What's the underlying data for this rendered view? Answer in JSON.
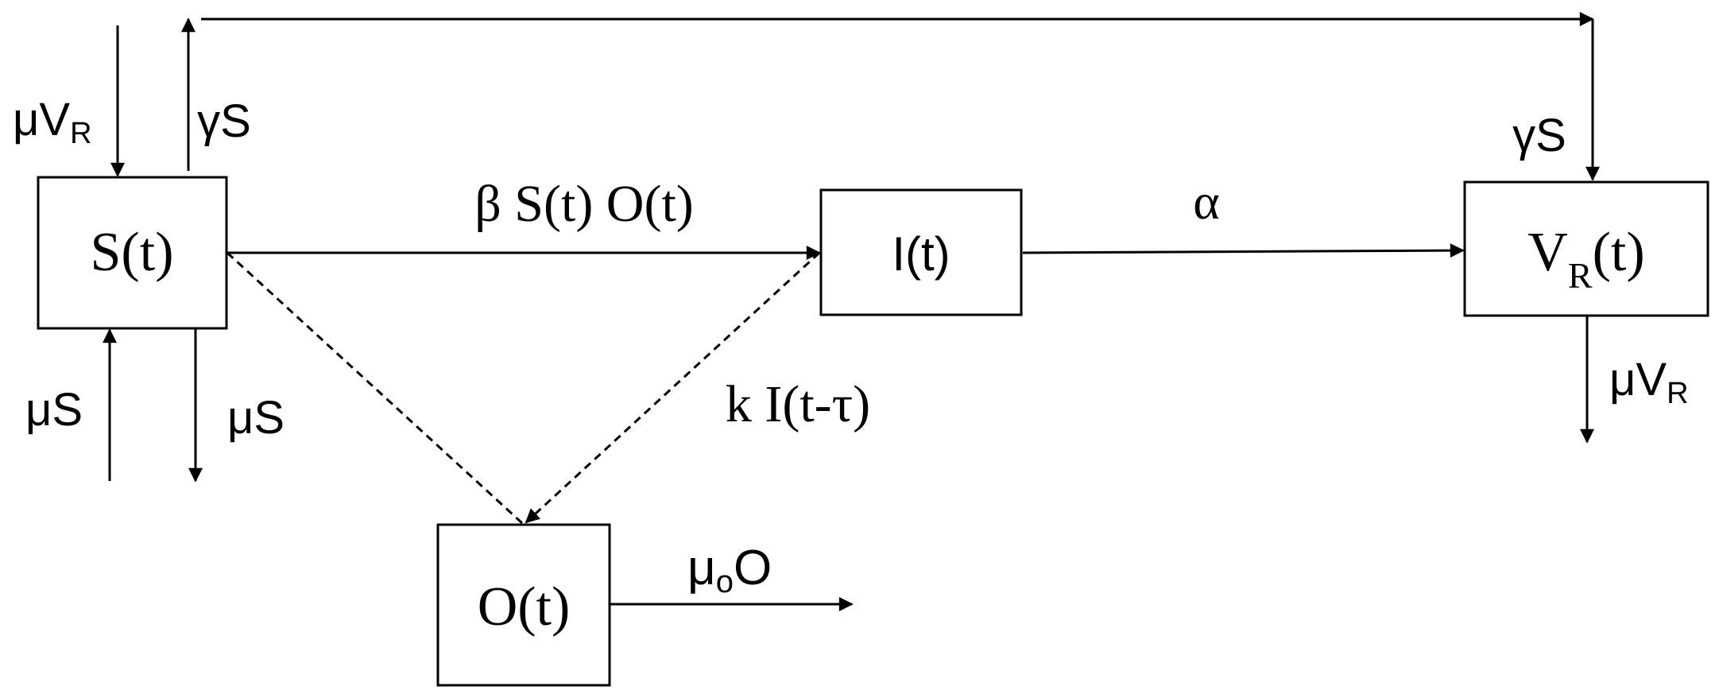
{
  "nodes": {
    "susceptible": {
      "main": "S(t)"
    },
    "infected": {
      "main": "I(t)"
    },
    "recovered": {
      "main": "V",
      "sub": "R",
      "tail": "(t)"
    },
    "pathogen": {
      "main": "O(t)"
    }
  },
  "edges": {
    "infection_rate": {
      "text": "β S(t) O(t)"
    },
    "recovery_rate": {
      "text": "α"
    },
    "shedding_rate": {
      "text": "k I(t-τ)"
    },
    "vaccination_out": {
      "text": "γS"
    },
    "vaccination_in": {
      "text": "γS"
    },
    "waning_in": {
      "main": "μV",
      "sub": "R"
    },
    "birth_in": {
      "text": "μS"
    },
    "death_s_out": {
      "text": "μS"
    },
    "death_v_out": {
      "main": "μV",
      "sub": "R"
    },
    "pathogen_decay": {
      "main": "μ",
      "sub": "o",
      "tail": "O"
    }
  }
}
